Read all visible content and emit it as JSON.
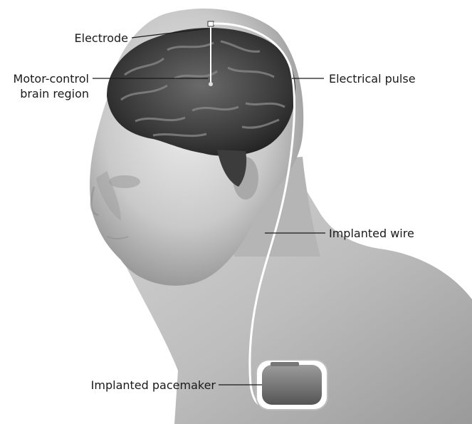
{
  "labels": {
    "electrode": "Electrode",
    "motor_control_line1": "Motor-control",
    "motor_control_line2": "brain region",
    "electrical_pulse": "Electrical pulse",
    "implanted_wire": "Implanted wire",
    "implanted_pacemaker": "Implanted pacemaker"
  },
  "colors": {
    "background": "#ffffff",
    "skin_light": "#e6e6e6",
    "skin_mid": "#b9b9b9",
    "skin_dark": "#8a8a8a",
    "brain_dark": "#2e2e2e",
    "brain_mid": "#5a5a5a",
    "leader_line": "#1a1a1a",
    "wire": "#ffffff"
  }
}
